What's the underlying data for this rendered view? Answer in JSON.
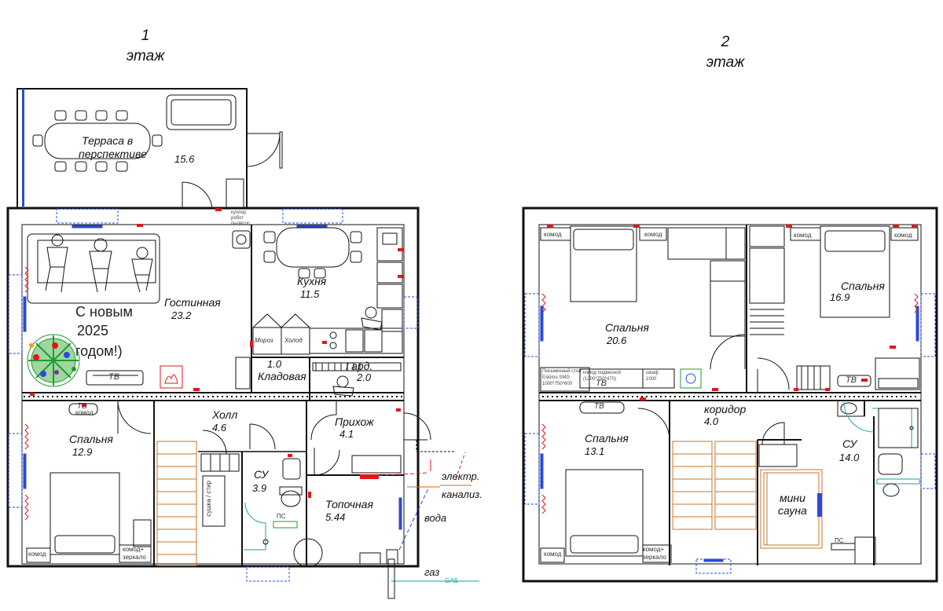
{
  "floors": {
    "first": {
      "title_num": "1",
      "title_word": "этаж",
      "rooms": {
        "terrace_l1": "Терраса в",
        "terrace_l2": "перспективе",
        "terrace_area": "15.6",
        "living": "Гостинная",
        "living_area": "23.2",
        "kitchen": "Кухня",
        "kitchen_area": "11.5",
        "pantry_area": "1.0",
        "pantry": "Кладовая",
        "wardrobe": "Гард.",
        "wardrobe_area": "2.0",
        "bedroom": "Спальня",
        "bedroom_area": "12.9",
        "hall": "Холл",
        "hall_area": "4.6",
        "bath": "СУ",
        "bath_area": "3.9",
        "entry": "Прихож",
        "entry_area": "4.1",
        "boiler": "Топочная",
        "boiler_area": "5.44"
      },
      "greeting": [
        "С новым",
        "2025",
        "годом!)"
      ],
      "labels": {
        "freezer": "Мороз",
        "fridge": "Холод",
        "tv": "ТВ",
        "tv_small": "ТВ",
        "dresser": "комод",
        "dresser_small": "комод",
        "dresser_left": "комод",
        "dresser_mirror_1": "комод+",
        "dresser_mirror_2": "зеркало",
        "washer_dryer": "сушка / стир",
        "pc": "ПС",
        "note_l1": "куплер",
        "note_l2": "робот",
        "note_l3": "пылесос"
      },
      "utilities": {
        "electric": "электр.",
        "sewer": "канализ.",
        "water": "вода",
        "gas": "газ",
        "gas_line": "GAS"
      }
    },
    "second": {
      "title_num": "2",
      "title_word": "этаж",
      "rooms": {
        "bedroom_a": "Спальня",
        "bedroom_a_area": "20.6",
        "bedroom_b": "Спальня",
        "bedroom_b_area": "16.9",
        "bedroom_c": "Спальня",
        "bedroom_c_area": "13.1",
        "corridor": "коридор",
        "corridor_area": "4.0",
        "bath": "СУ",
        "bath_area": "14.0",
        "sauna_l1": "мини",
        "sauna_l2": "сауна"
      },
      "labels": {
        "dresser_1": "комод",
        "dresser_2": "комод",
        "dresser_3": "комод",
        "dresser_4": "комод",
        "dresser_5": "комод",
        "dresser_mirror_1": "комод+",
        "dresser_mirror_2": "зеркало",
        "tv": "ТВ",
        "tv_2": "ТВ",
        "tv_3": "ТВ",
        "desk_note_l1": "Письменный стол",
        "desk_note_l2": "Eskimo SMG",
        "desk_note_l3": "1000*750*600",
        "shelf_note_l1": "комод подвесной",
        "shelf_note_l2": "(1200*750*470)",
        "small_cab_l1": "шкаф",
        "small_cab_l2": "1000",
        "pc": "ПС"
      }
    }
  },
  "colors": {
    "wall": "#111111",
    "stairs": "#c9752a",
    "sauna": "#c9752a",
    "window": "#2a4bd8",
    "socket": "#e01818",
    "pipe": "#19a3a3",
    "water": "#2a4bd8",
    "electric": "#e01818",
    "sewer": "#d2691e",
    "plant": "#1f9b2f"
  }
}
